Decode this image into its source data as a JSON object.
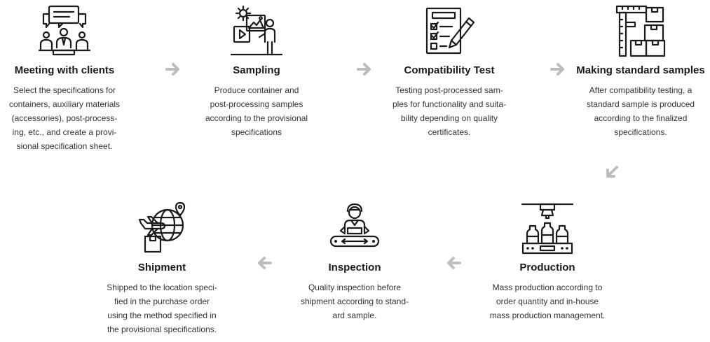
{
  "accent_color": "#bdbdbd",
  "steps": [
    {
      "icon": "meeting-icon",
      "title": "Meeting with clients",
      "desc": [
        "Select the specifications for",
        "containers, auxiliary materials",
        "(accessories), post-process-",
        "ing, etc., and create a provi-",
        "sional specification sheet."
      ]
    },
    {
      "icon": "sampling-icon",
      "title": "Sampling",
      "desc": [
        "Produce container and",
        "post-processing samples",
        "according to the provisional",
        "specifications"
      ]
    },
    {
      "icon": "checklist-icon",
      "title": "Compatibility Test",
      "desc": [
        "Testing post-processed sam-",
        "ples for functionality and suita-",
        "bility depending on quality",
        "certificates."
      ]
    },
    {
      "icon": "standard-sample-icon",
      "title": "Making standard samples",
      "desc": [
        "After compatibility testing, a",
        "standard sample is produced",
        "according to the finalized",
        "specifications."
      ]
    },
    {
      "icon": "production-icon",
      "title": "Production",
      "desc": [
        "Mass production according to",
        "order quantity and in-house",
        "mass production management."
      ]
    },
    {
      "icon": "inspection-icon",
      "title": "Inspection",
      "desc": [
        "Quality inspection before",
        "shipment according to stand-",
        "ard sample."
      ]
    },
    {
      "icon": "shipment-icon",
      "title": "Shipment",
      "desc": [
        "Shipped to the location speci-",
        "fied in the purchase order",
        "using the method specified in",
        "the provisional specifications."
      ]
    }
  ],
  "arrows": [
    "arrow-right-icon",
    "arrow-right-icon",
    "arrow-right-icon",
    "arrow-down-left-icon",
    "arrow-left-icon",
    "arrow-left-icon"
  ]
}
